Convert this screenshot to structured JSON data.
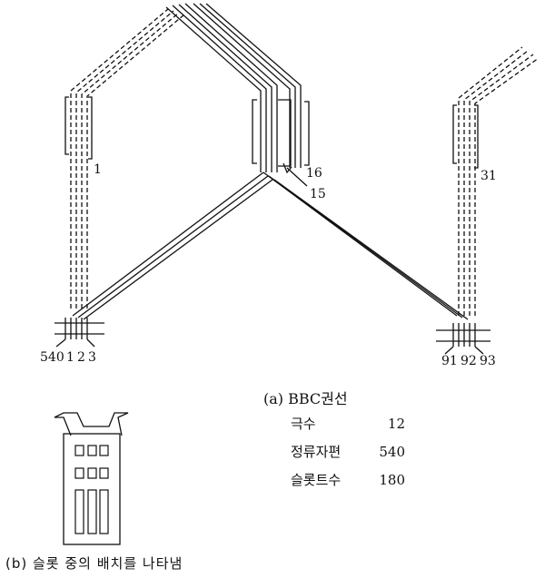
{
  "winding_labels": {
    "coil_left": "1",
    "coil_mid_outer": "16",
    "coil_mid_inner": "15",
    "coil_right": "31",
    "seg_left": [
      "540",
      "1",
      "2",
      "3"
    ],
    "seg_right": [
      "91",
      "92",
      "93"
    ]
  },
  "caption_a": {
    "title": "(a)  BBC권선",
    "rows": [
      {
        "label": "극수",
        "value": "12"
      },
      {
        "label": "정류자편",
        "value": "540"
      },
      {
        "label": "슬롯트수",
        "value": "180"
      }
    ]
  },
  "caption_b": "(b) 슬롯 중의 배치를 나타냄"
}
